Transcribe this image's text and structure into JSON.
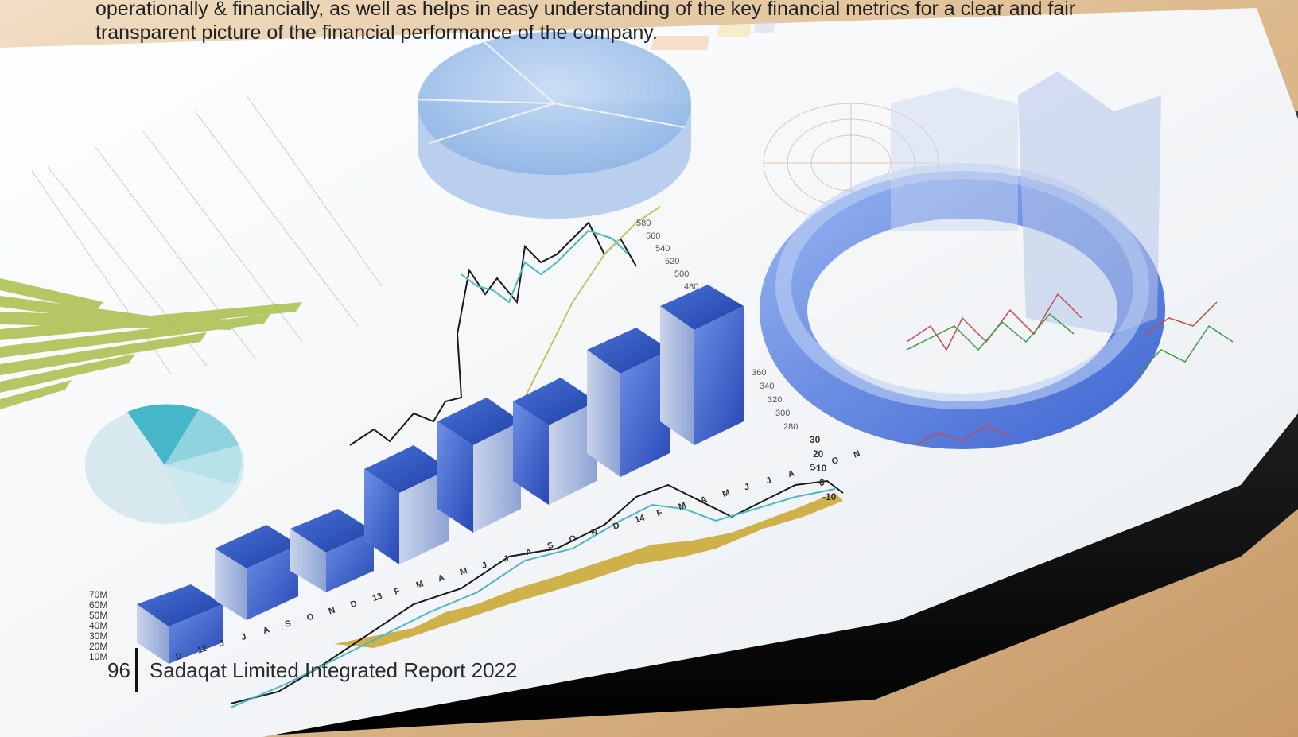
{
  "intro": {
    "line1": "operationally & financially, as well as helps in easy understanding of the key financial metrics for a clear and fair",
    "line2": "transparent picture of the financial performance of the company."
  },
  "footer": {
    "page_number": "96",
    "report_title": "Sadaqat Limited Integrated Report 2022"
  },
  "colors": {
    "tablet_bezel": "#000000",
    "wood": "#d9b68a",
    "screen": "#f4f6f8",
    "accent_blue": "#2e5fd0",
    "bar_green": "#a8bf4a",
    "area_gold": "#c9a52a"
  },
  "illustration": {
    "bar_axis_labels": [
      "70M",
      "60M",
      "50M",
      "40M",
      "30M",
      "20M",
      "10M"
    ],
    "month_labels": [
      "D",
      "12",
      "J",
      "J",
      "A",
      "S",
      "O",
      "N",
      "D",
      "13",
      "F",
      "M",
      "A",
      "M",
      "J",
      "J",
      "A",
      "S",
      "O",
      "N",
      "D",
      "14",
      "F",
      "M",
      "A",
      "M",
      "J",
      "J",
      "A",
      "S",
      "O",
      "N"
    ],
    "right_axis_labels": [
      "30",
      "20",
      "10",
      "0",
      "-10"
    ],
    "upper_axis_labels": [
      "480",
      "500",
      "520",
      "540",
      "560",
      "580"
    ],
    "lower_axis_labels": [
      "280",
      "300",
      "320",
      "340",
      "360"
    ]
  }
}
